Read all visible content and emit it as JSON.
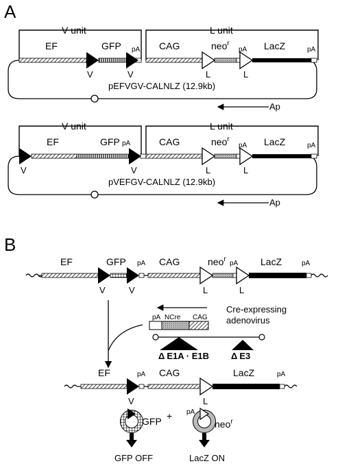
{
  "panel_a": {
    "label": "A",
    "plasmid1": {
      "v_unit": "V unit",
      "l_unit": "L unit",
      "ef": "EF",
      "gfp": "GFP",
      "pa1": "pA",
      "cag": "CAG",
      "neo": "neo",
      "neo_sup": "r",
      "pa2": "pA",
      "lacz": "LacZ",
      "pa3": "pA",
      "v1": "V",
      "v2": "V",
      "l1": "L",
      "l2": "L",
      "name": "pEFVGV-CALNLZ (12.9kb)",
      "ap": "Ap"
    },
    "plasmid2": {
      "v_unit": "V unit",
      "l_unit": "L unit",
      "ef": "EF",
      "gfp": "GFP",
      "pa1": "pA",
      "cag": "CAG",
      "neo": "neo",
      "neo_sup": "r",
      "pa2": "pA",
      "lacz": "LacZ",
      "pa3": "pA",
      "v1": "V",
      "v2": "V",
      "l1": "L",
      "l2": "L",
      "name": "pVEFGV-CALNLZ (12.9kb)",
      "ap": "Ap"
    }
  },
  "panel_b": {
    "label": "B",
    "construct": {
      "ef": "EF",
      "gfp": "GFP",
      "pa1": "pA",
      "cag": "CAG",
      "neo": "neo",
      "neo_sup": "r",
      "pa2": "pA",
      "lacz": "LacZ",
      "pa3": "pA",
      "v1": "V",
      "v2": "V",
      "l1": "L",
      "l2": "L"
    },
    "adenovirus": {
      "pa": "pA",
      "ncre": "NCre",
      "cag": "CAG",
      "label_line1": "Cre-expressing",
      "label_line2": "adenovirus",
      "delta": "Δ",
      "e1": "E1A · E1B",
      "e3": "E3"
    },
    "result": {
      "ef": "EF",
      "pa1": "pA",
      "cag": "CAG",
      "lacz": "LacZ",
      "pa2": "pA",
      "v": "V",
      "l": "L"
    },
    "circles": {
      "gfp": "GFP",
      "plus": "+",
      "pa": "pA",
      "neo": "neo",
      "neo_sup": "r",
      "gfp_off": "GFP OFF",
      "lacz_on": "LacZ ON"
    }
  }
}
